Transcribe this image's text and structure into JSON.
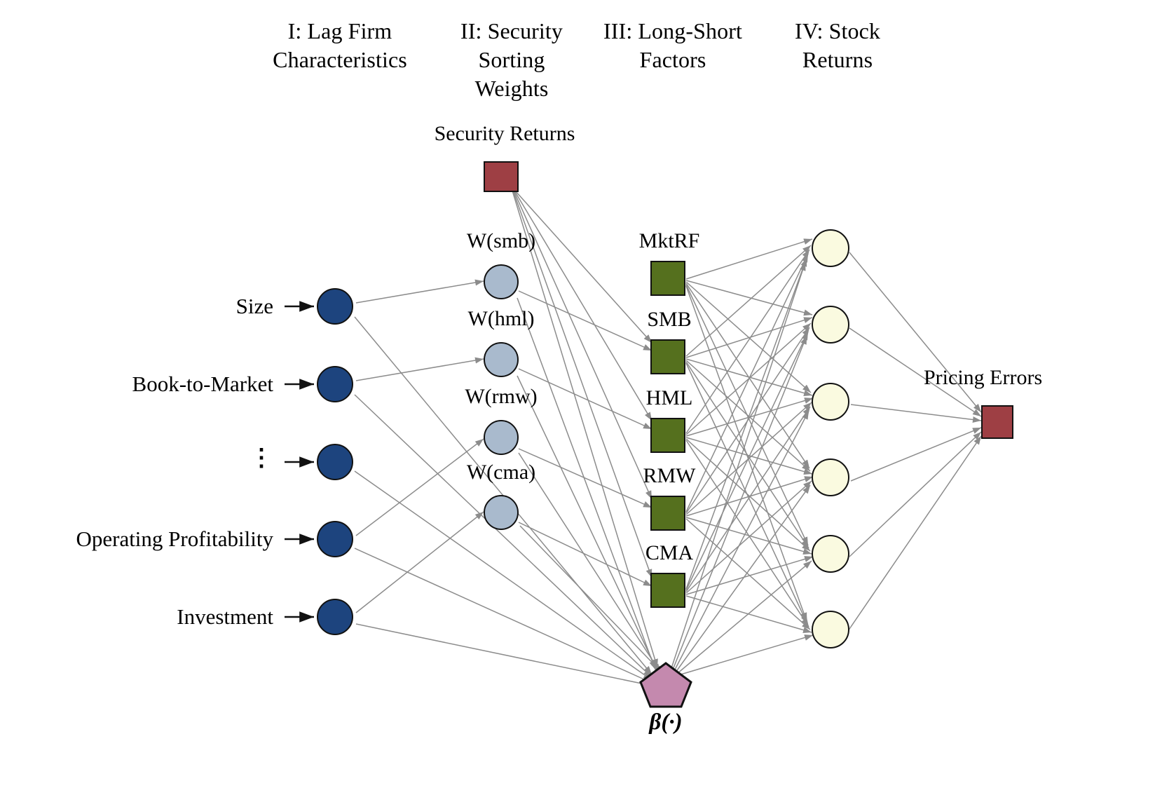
{
  "figure": {
    "type": "neural-network-diagram",
    "background": "#ffffff",
    "edge_color": "#8c8c8c",
    "arrow_color": "#000000"
  },
  "column_headers": [
    {
      "id": "col1",
      "text": "I: Lag Firm\nCharacteristics"
    },
    {
      "id": "col2",
      "text": "II: Security\nSorting\nWeights"
    },
    {
      "id": "col3",
      "text": "III: Long-Short\nFactors"
    },
    {
      "id": "col4",
      "text": "IV: Stock\nReturns"
    }
  ],
  "input_layer": {
    "color": "#1d447e",
    "labels": [
      {
        "id": "size",
        "text": "Size"
      },
      {
        "id": "book-to-market",
        "text": "Book-to-Market"
      },
      {
        "id": "ellipsis",
        "text": "⋮"
      },
      {
        "id": "operating-profitability",
        "text": "Operating Profitability"
      },
      {
        "id": "investment",
        "text": "Investment"
      }
    ]
  },
  "security_returns": {
    "label": "Security Returns",
    "color": "#9e3f44"
  },
  "weights_layer": {
    "color": "#a9bacd",
    "nodes": [
      {
        "id": "w-smb",
        "label": "W(smb)"
      },
      {
        "id": "w-hml",
        "label": "W(hml)"
      },
      {
        "id": "w-rmw",
        "label": "W(rmw)"
      },
      {
        "id": "w-cma",
        "label": "W(cma)"
      }
    ]
  },
  "factors_layer": {
    "color": "#55701e",
    "nodes": [
      {
        "id": "mktrf",
        "label": "MktRF"
      },
      {
        "id": "smb",
        "label": "SMB"
      },
      {
        "id": "hml",
        "label": "HML"
      },
      {
        "id": "rmw",
        "label": "RMW"
      },
      {
        "id": "cma",
        "label": "CMA"
      }
    ]
  },
  "beta_node": {
    "label": "β(·)",
    "color": "#c489ae"
  },
  "returns_layer": {
    "color": "#fafae0",
    "count": 6
  },
  "pricing_errors": {
    "label": "Pricing Errors",
    "color": "#9e3f44"
  }
}
